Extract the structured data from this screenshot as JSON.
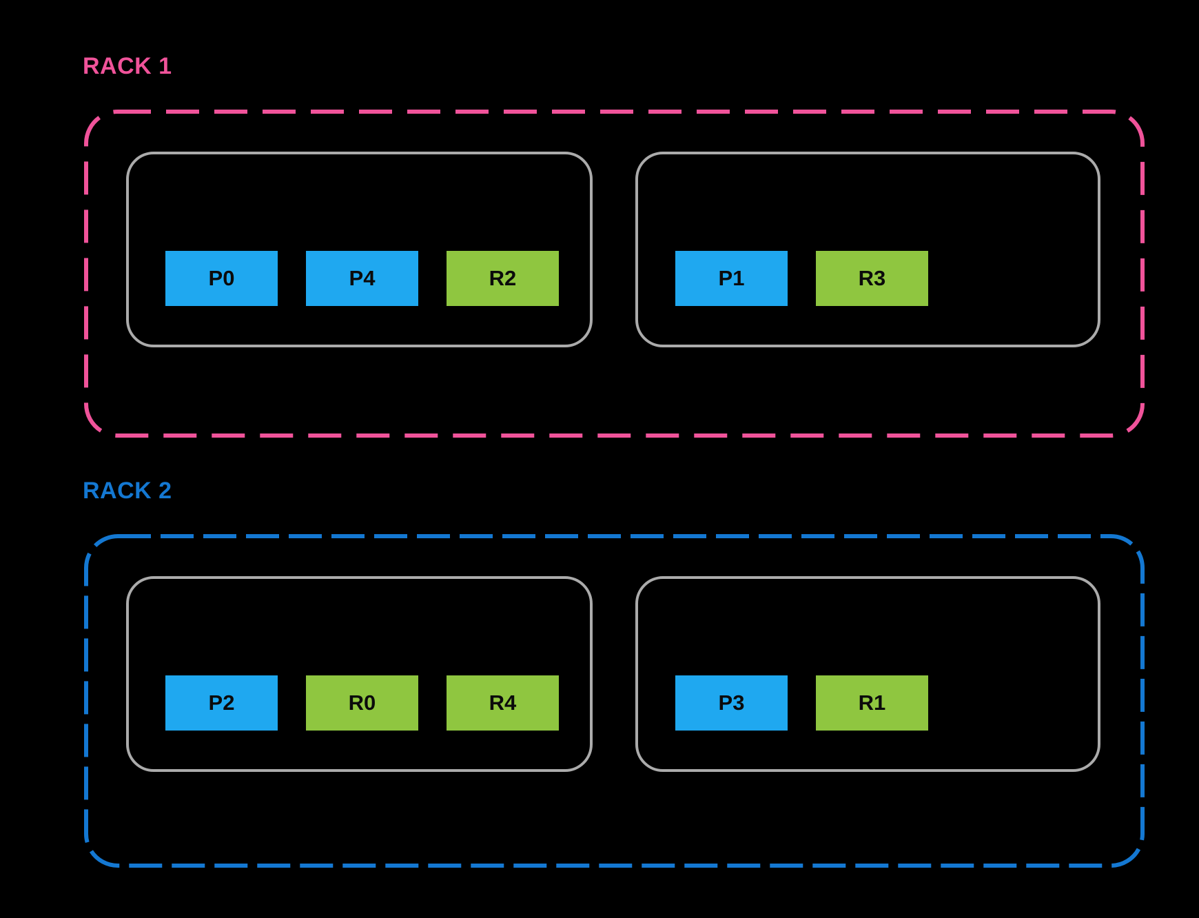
{
  "diagram": {
    "background": "#000000",
    "colors": {
      "primary": "#1FA8F0",
      "replica": "#8FC640",
      "host_border": "#ABABAB",
      "node_text": "#0B0B0B"
    },
    "racks": [
      {
        "label": "RACK 1",
        "accent": "#F0539A",
        "dash_pattern": "48 22",
        "border_height": 470,
        "hosts": [
          {
            "nodes": [
              {
                "label": "P0",
                "type": "primary"
              },
              {
                "label": "P4",
                "type": "primary"
              },
              {
                "label": "R2",
                "type": "replica"
              }
            ]
          },
          {
            "nodes": [
              {
                "label": "P1",
                "type": "primary"
              },
              {
                "label": "R3",
                "type": "replica"
              }
            ]
          }
        ]
      },
      {
        "label": "RACK 2",
        "accent": "#1478D2",
        "dash_pattern": "48 14",
        "border_height": 478,
        "hosts": [
          {
            "nodes": [
              {
                "label": "P2",
                "type": "primary"
              },
              {
                "label": "R0",
                "type": "replica"
              },
              {
                "label": "R4",
                "type": "replica"
              }
            ]
          },
          {
            "nodes": [
              {
                "label": "P3",
                "type": "primary"
              },
              {
                "label": "R1",
                "type": "replica"
              }
            ]
          }
        ]
      }
    ]
  }
}
